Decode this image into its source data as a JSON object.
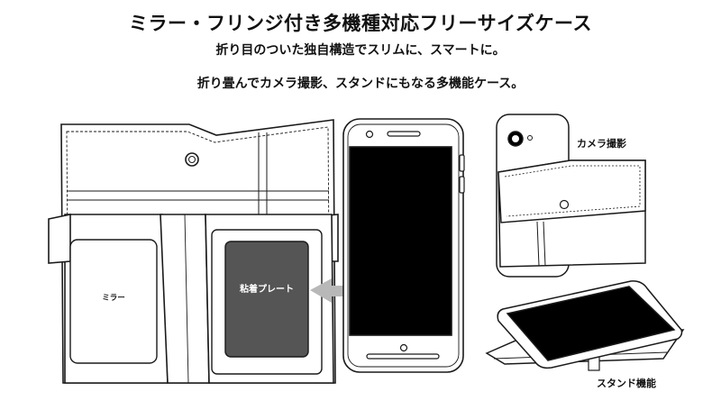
{
  "header": {
    "title": "ミラー・フリンジ付き多機種対応フリーサイズケース",
    "subtitle_1": "折り目のついた独自構造でスリムに、スマートに。",
    "subtitle_2": "折り畳んでカメラ撮影、スタンドにもなる多機能ケース。"
  },
  "labels": {
    "mirror": "ミラー",
    "adhesive_plate": "粘着プレート",
    "camera": "カメラ撮影",
    "stand": "スタンド機能"
  },
  "colors": {
    "outline": "#1a1a1a",
    "plate": "#555555",
    "screen": "#000000",
    "arrow": "#b8b8b8"
  }
}
